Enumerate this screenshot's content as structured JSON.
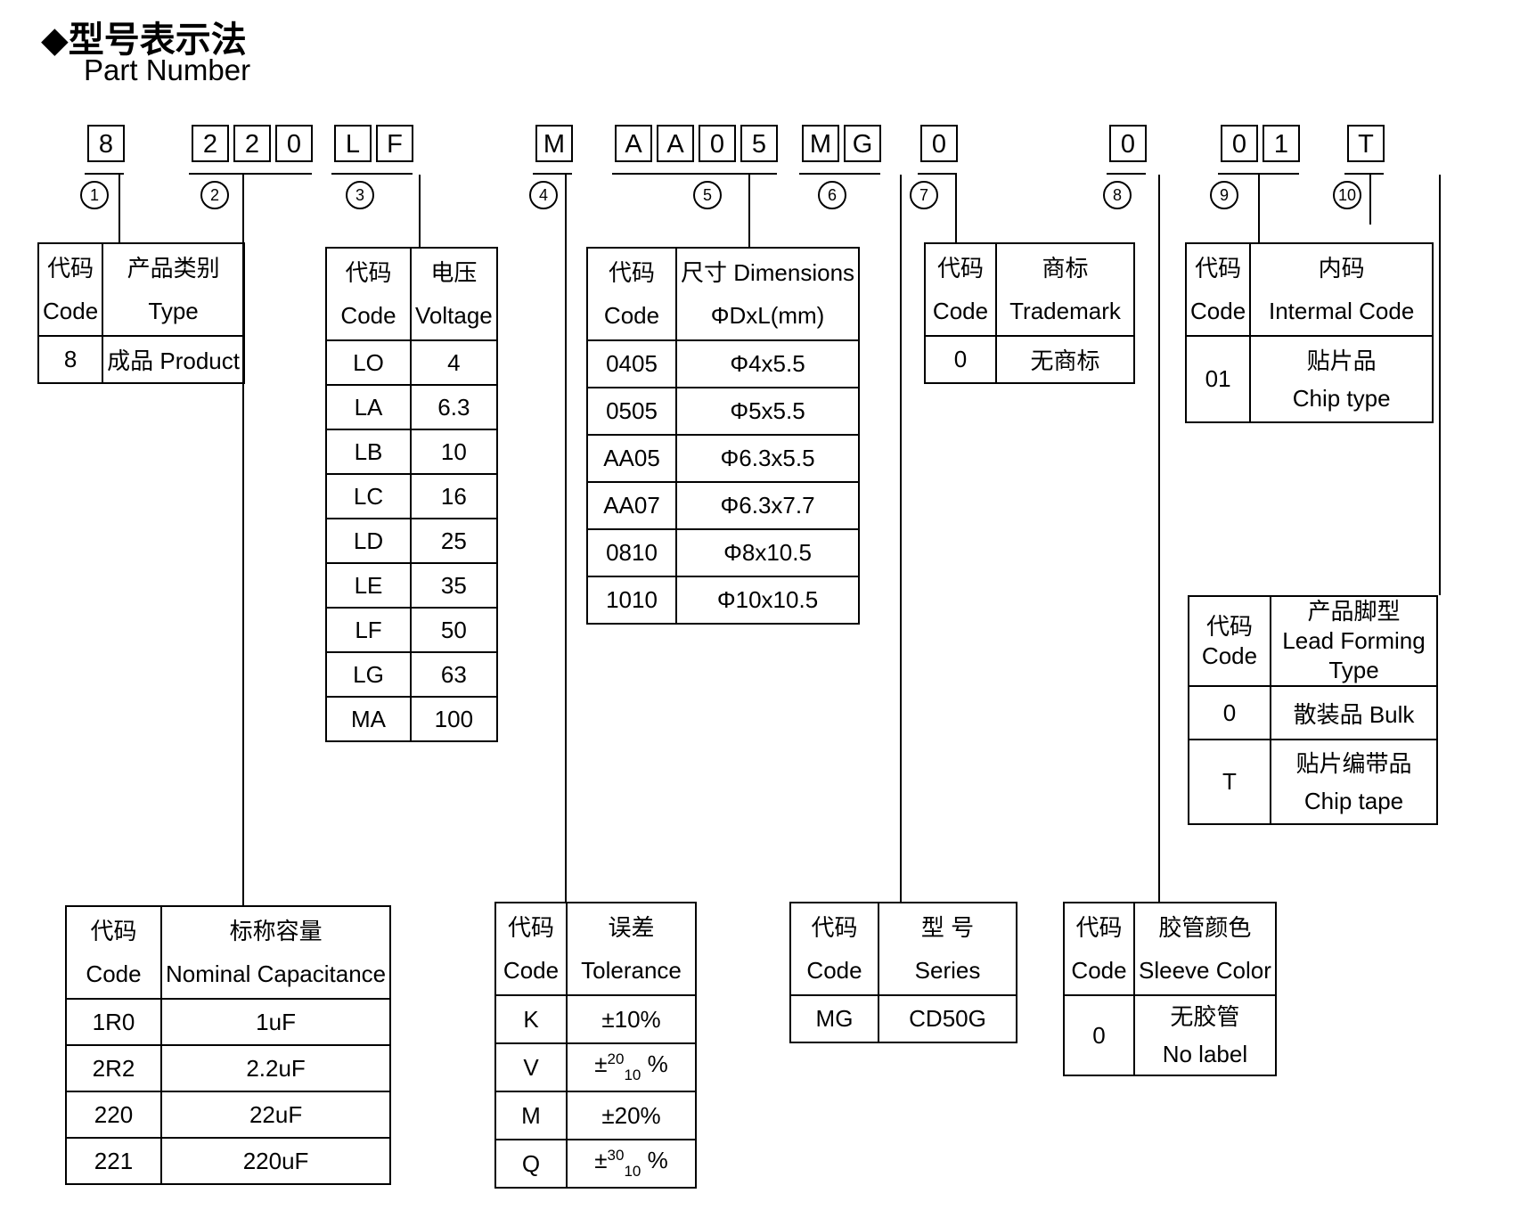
{
  "title": {
    "zh": "◆型号表示法",
    "en": "Part Number"
  },
  "part_number": {
    "groups": [
      {
        "label": "1",
        "chars": [
          "8"
        ]
      },
      {
        "label": "2",
        "chars": [
          "2",
          "2",
          "0"
        ]
      },
      {
        "label": "3",
        "chars": [
          "L",
          "F"
        ]
      },
      {
        "label": "4",
        "chars": [
          "M"
        ]
      },
      {
        "label": "5",
        "chars": [
          "A",
          "A",
          "0",
          "5"
        ]
      },
      {
        "label": "6",
        "chars": [
          "M",
          "G"
        ]
      },
      {
        "label": "7",
        "chars": [
          "0"
        ]
      },
      {
        "label": "8",
        "chars": [
          "0"
        ]
      },
      {
        "label": "9",
        "chars": [
          "0",
          "1"
        ]
      },
      {
        "label": "10",
        "chars": [
          "T"
        ]
      }
    ]
  },
  "tables": {
    "product_type": {
      "header": [
        [
          "代码",
          "Code"
        ],
        [
          "产品类别",
          "Type"
        ]
      ],
      "rows": [
        [
          "8",
          "成品 Product"
        ]
      ]
    },
    "capacitance": {
      "header": [
        [
          "代码",
          "Code"
        ],
        [
          "标称容量",
          "Nominal Capacitance"
        ]
      ],
      "rows": [
        [
          "1R0",
          "1uF"
        ],
        [
          "2R2",
          "2.2uF"
        ],
        [
          "220",
          "22uF"
        ],
        [
          "221",
          "220uF"
        ]
      ]
    },
    "voltage": {
      "header": [
        [
          "代码",
          "Code"
        ],
        [
          "电压",
          "Voltage"
        ]
      ],
      "rows": [
        [
          "LO",
          "4"
        ],
        [
          "LA",
          "6.3"
        ],
        [
          "LB",
          "10"
        ],
        [
          "LC",
          "16"
        ],
        [
          "LD",
          "25"
        ],
        [
          "LE",
          "35"
        ],
        [
          "LF",
          "50"
        ],
        [
          "LG",
          "63"
        ],
        [
          "MA",
          "100"
        ]
      ]
    },
    "tolerance": {
      "header": [
        [
          "代码",
          "Code"
        ],
        [
          "误差",
          "Tolerance"
        ]
      ],
      "rows": [
        [
          "K",
          "±10%"
        ],
        [
          "V",
          {
            "pre": "±",
            "sup": "20",
            "sub": "10",
            "post": " %"
          }
        ],
        [
          "M",
          "±20%"
        ],
        [
          "Q",
          {
            "pre": "±",
            "sup": "30",
            "sub": "10",
            "post": " %"
          }
        ]
      ]
    },
    "dimensions": {
      "header": [
        [
          "代码",
          "Code"
        ],
        [
          "尺寸 Dimensions",
          "ΦDxL(mm)"
        ]
      ],
      "rows": [
        [
          "0405",
          "Φ4x5.5"
        ],
        [
          "0505",
          "Φ5x5.5"
        ],
        [
          "AA05",
          "Φ6.3x5.5"
        ],
        [
          "AA07",
          "Φ6.3x7.7"
        ],
        [
          "0810",
          "Φ8x10.5"
        ],
        [
          "1010",
          "Φ10x10.5"
        ]
      ]
    },
    "series": {
      "header": [
        [
          "代码",
          "Code"
        ],
        [
          "型 号",
          "Series"
        ]
      ],
      "rows": [
        [
          "MG",
          "CD50G"
        ]
      ]
    },
    "trademark": {
      "header": [
        [
          "代码",
          "Code"
        ],
        [
          "商标",
          "Trademark"
        ]
      ],
      "rows": [
        [
          "0",
          "无商标"
        ]
      ]
    },
    "sleeve_color": {
      "header": [
        [
          "代码",
          "Code"
        ],
        [
          "胶管颜色",
          "Sleeve Color"
        ]
      ],
      "rows": [
        [
          "0",
          [
            "无胶管",
            "No label"
          ]
        ]
      ]
    },
    "internal_code": {
      "header": [
        [
          "代码",
          "Code"
        ],
        [
          "内码",
          "Intermal Code"
        ]
      ],
      "rows": [
        [
          "01",
          [
            "贴片品",
            "Chip type"
          ]
        ]
      ]
    },
    "lead_forming": {
      "header": [
        [
          "代码",
          "Code"
        ],
        [
          "产品脚型",
          "Lead Forming",
          "Type"
        ]
      ],
      "rows": [
        [
          "0",
          "散装品 Bulk"
        ],
        [
          "T",
          [
            "贴片编带品",
            "Chip tape"
          ]
        ]
      ]
    }
  }
}
